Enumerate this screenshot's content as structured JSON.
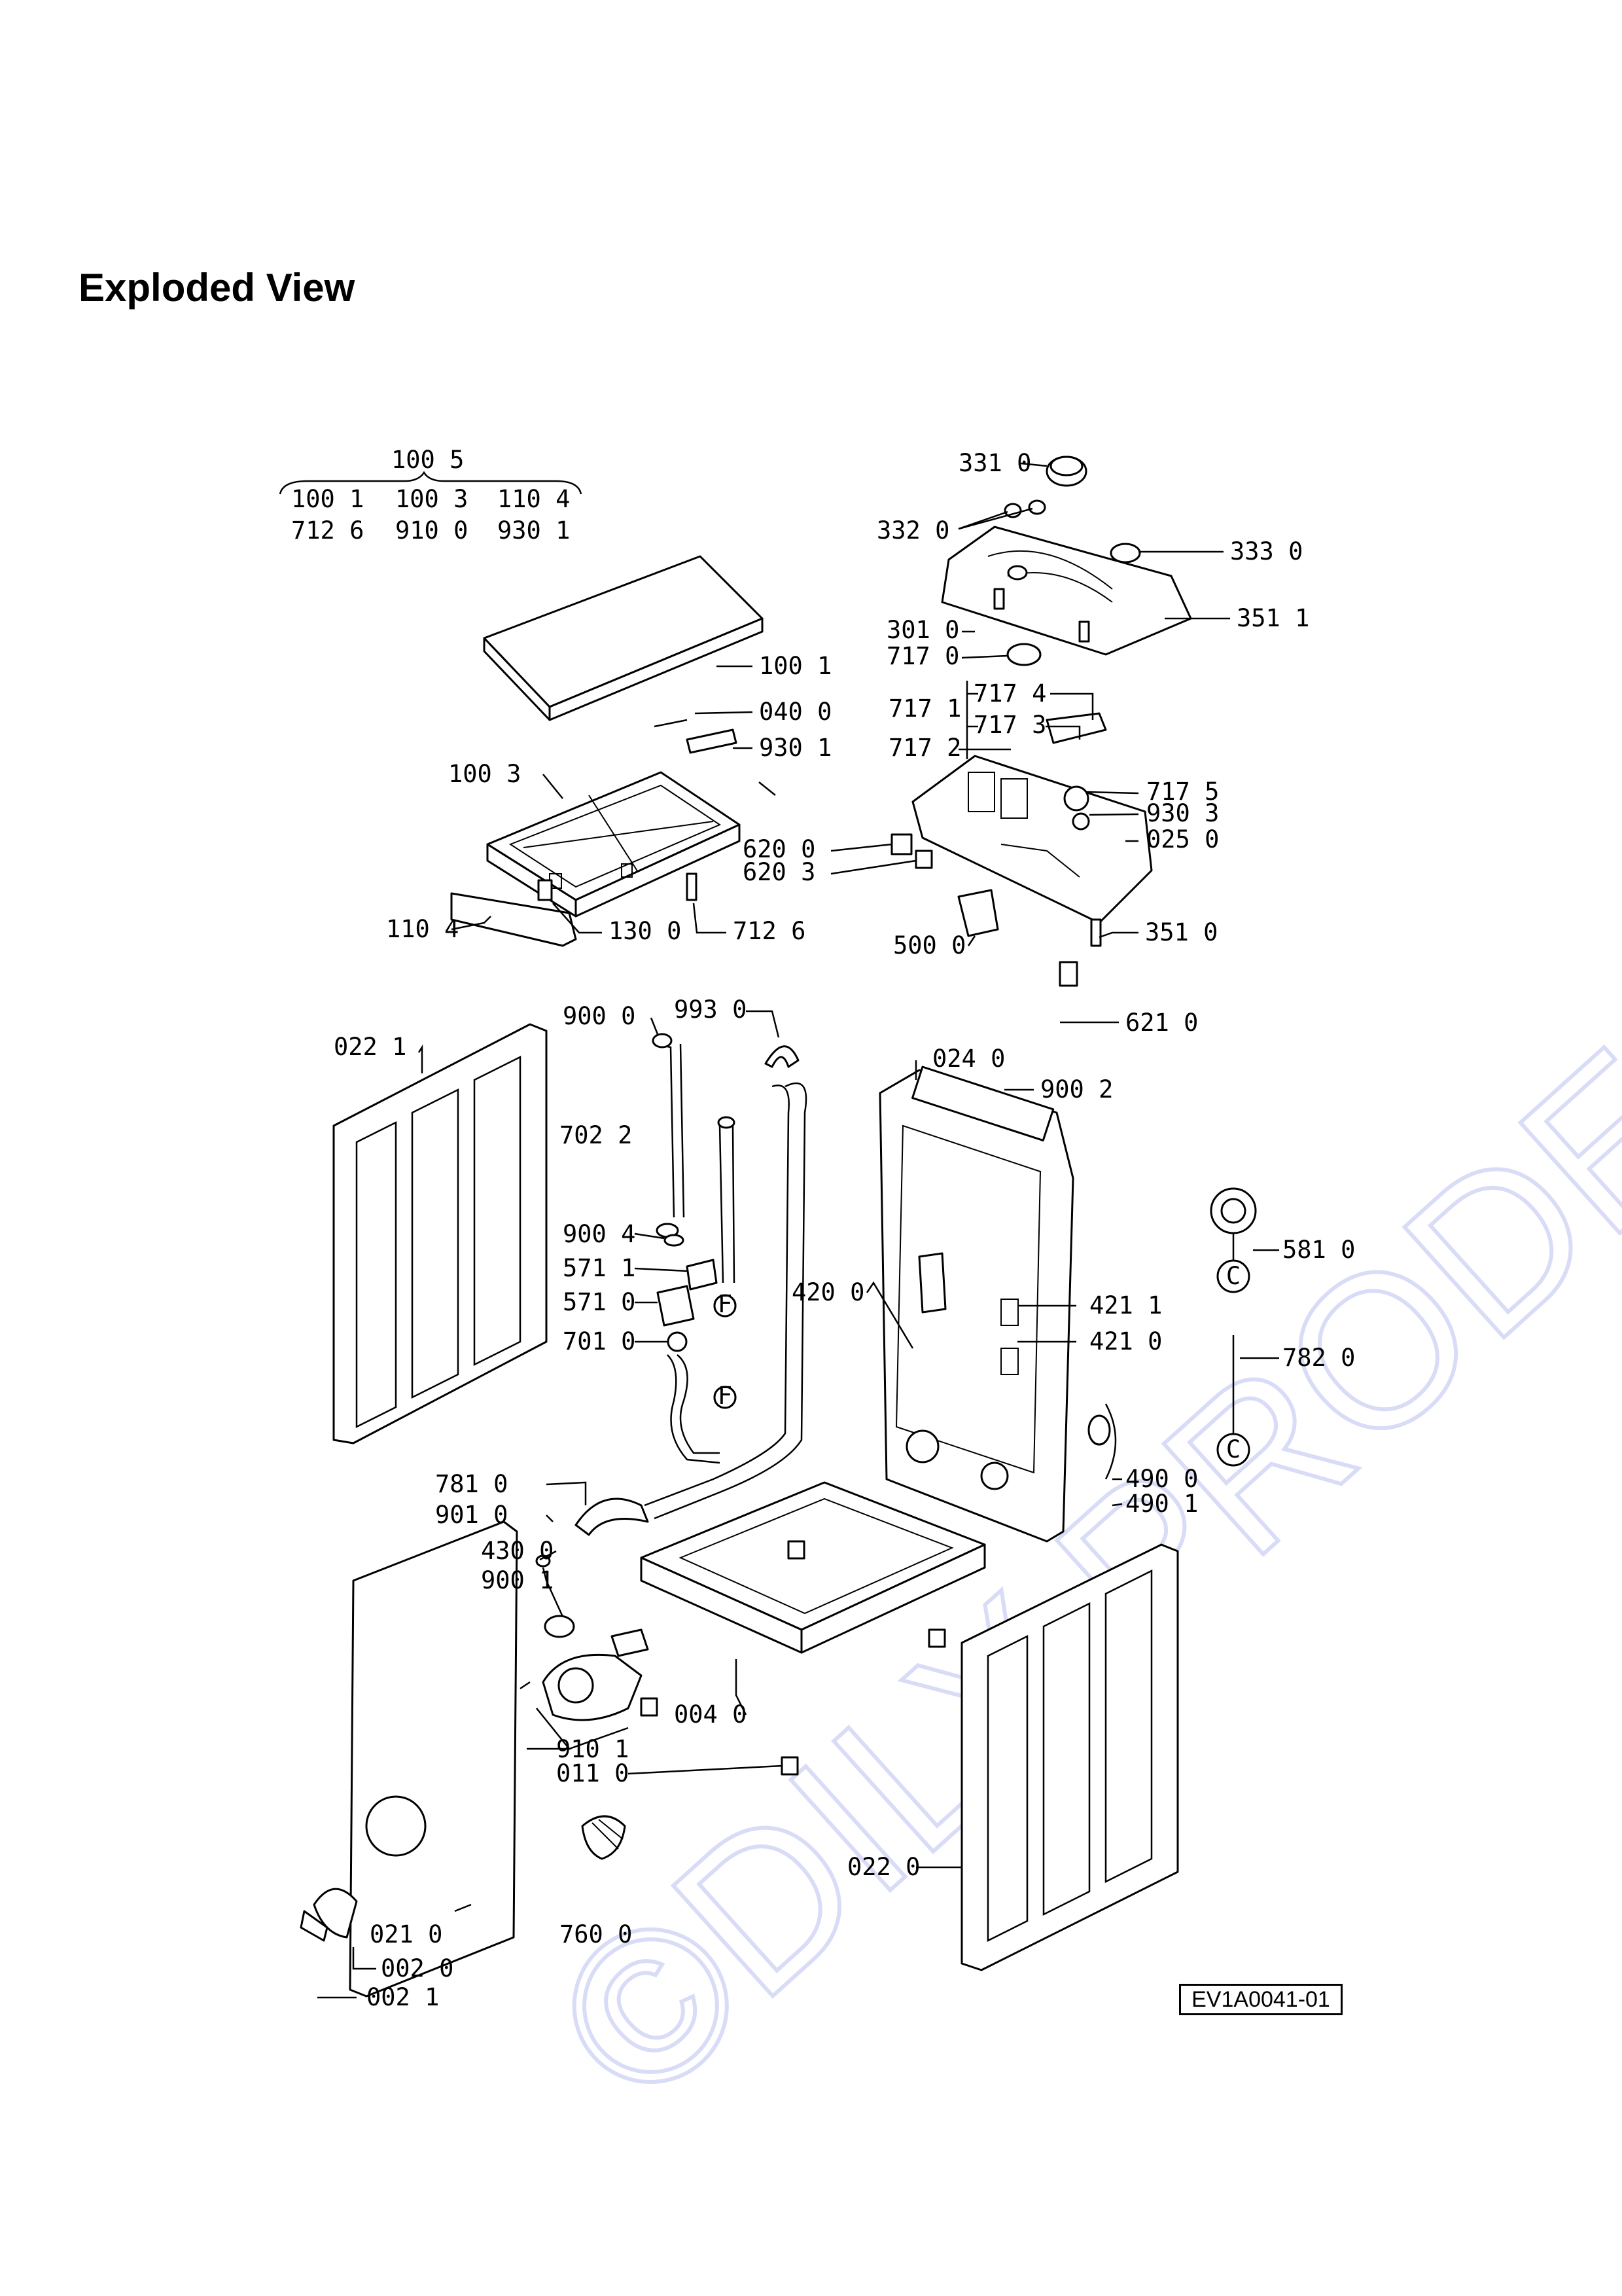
{
  "title": "Exploded View",
  "diagram_code": "EV1A0041-01",
  "watermark": "©DILY-PRODEJ.cz",
  "colors": {
    "ink": "#000000",
    "watermark": "#d9dcf6",
    "background": "#ffffff"
  },
  "kit": {
    "top": "100 5",
    "row1": [
      "100 1",
      "100 3",
      "110 4"
    ],
    "row2": [
      "712 6",
      "910 0",
      "930 1"
    ]
  },
  "labels": [
    {
      "id": "p3310",
      "text": "331 0"
    },
    {
      "id": "p3320",
      "text": "332 0"
    },
    {
      "id": "p3330",
      "text": "333 0"
    },
    {
      "id": "p3511",
      "text": "351 1"
    },
    {
      "id": "p3010",
      "text": "301 0"
    },
    {
      "id": "p7170",
      "text": "717 0"
    },
    {
      "id": "p7171",
      "text": "717 1"
    },
    {
      "id": "p7174",
      "text": "717 4"
    },
    {
      "id": "p7173",
      "text": "717 3"
    },
    {
      "id": "p7172",
      "text": "717 2"
    },
    {
      "id": "p7175",
      "text": "717 5"
    },
    {
      "id": "p9303",
      "text": "930 3"
    },
    {
      "id": "p0250",
      "text": "025 0"
    },
    {
      "id": "p1001",
      "text": "100 1"
    },
    {
      "id": "p0400",
      "text": "040 0"
    },
    {
      "id": "p9301",
      "text": "930 1"
    },
    {
      "id": "p1003",
      "text": "100 3"
    },
    {
      "id": "p6200",
      "text": "620 0"
    },
    {
      "id": "p6203",
      "text": "620 3"
    },
    {
      "id": "p1104",
      "text": "110 4"
    },
    {
      "id": "p1300",
      "text": "130 0"
    },
    {
      "id": "p7126",
      "text": "712 6"
    },
    {
      "id": "p5000",
      "text": "500 0"
    },
    {
      "id": "p3510",
      "text": "351 0"
    },
    {
      "id": "p6210",
      "text": "621 0"
    },
    {
      "id": "p0221",
      "text": "022 1"
    },
    {
      "id": "p9000",
      "text": "900 0"
    },
    {
      "id": "p9930",
      "text": "993 0"
    },
    {
      "id": "p0240",
      "text": "024 0"
    },
    {
      "id": "p9002",
      "text": "900 2"
    },
    {
      "id": "p7022",
      "text": "702 2"
    },
    {
      "id": "p9004",
      "text": "900 4"
    },
    {
      "id": "p5711",
      "text": "571 1"
    },
    {
      "id": "p5710",
      "text": "571 0"
    },
    {
      "id": "p7010",
      "text": "701 0"
    },
    {
      "id": "p4200",
      "text": "420 0"
    },
    {
      "id": "p4211",
      "text": "421 1"
    },
    {
      "id": "p4210",
      "text": "421 0"
    },
    {
      "id": "p5810",
      "text": "581 0"
    },
    {
      "id": "p7820",
      "text": "782 0"
    },
    {
      "id": "p4900",
      "text": "490 0"
    },
    {
      "id": "p4901",
      "text": "490 1"
    },
    {
      "id": "p7810",
      "text": "781 0"
    },
    {
      "id": "p9010",
      "text": "901 0"
    },
    {
      "id": "p4300",
      "text": "430 0"
    },
    {
      "id": "p9001",
      "text": "900 1"
    },
    {
      "id": "p0040",
      "text": "004 0"
    },
    {
      "id": "p9101",
      "text": "910 1"
    },
    {
      "id": "p0110",
      "text": "011 0"
    },
    {
      "id": "p0220",
      "text": "022 0"
    },
    {
      "id": "p0210",
      "text": "021 0"
    },
    {
      "id": "p7600",
      "text": "760 0"
    },
    {
      "id": "p0020",
      "text": "002 0"
    },
    {
      "id": "p0021",
      "text": "002 1"
    }
  ],
  "callouts": {
    "f1": "F",
    "f2": "F",
    "c1": "C",
    "c2": "C"
  }
}
